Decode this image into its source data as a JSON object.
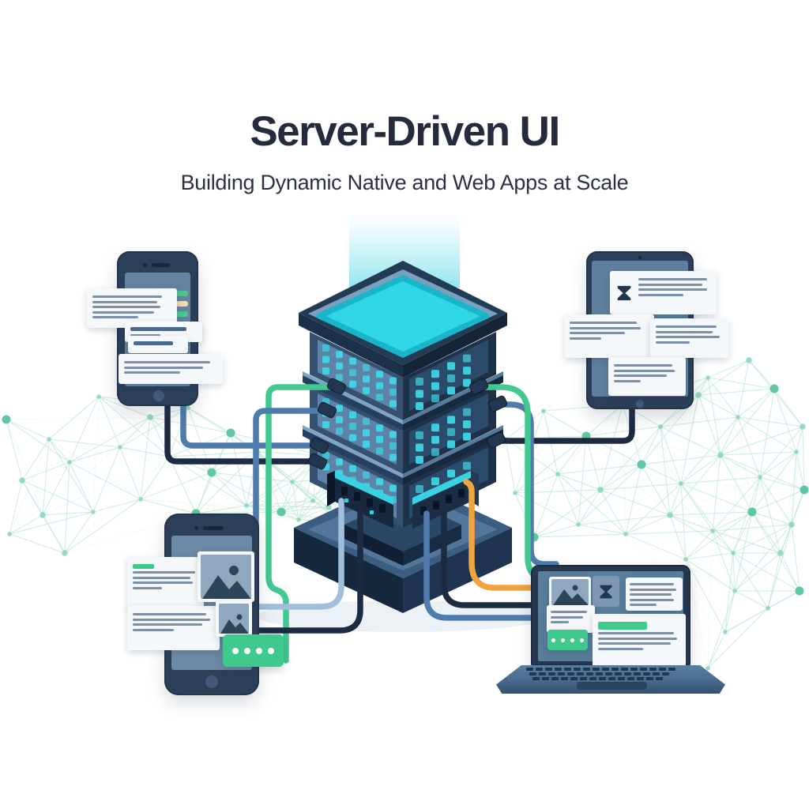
{
  "header": {
    "title": "Server-Driven UI",
    "subtitle": "Building Dynamic Native and Web Apps at Scale"
  },
  "palette": {
    "background": "#ffffff",
    "title_text": "#242b3d",
    "server_body_dark": "#1d3249",
    "server_body_light": "#35516f",
    "server_panel_left": "#5d83a8",
    "server_panel_right": "#2c4a69",
    "led_cyan": "#3ed5e5",
    "server_top_cyan": "#2fd7e6",
    "device_frame": "#2c3f59",
    "screen_slate": "#66829f",
    "card_white": "#f5f8fa",
    "text_line_gray": "#7b90a8",
    "text_line_dark": "#4b688d",
    "accent_green": "#3fc98d",
    "accent_orange_pill": "#f7d9a2",
    "cable_navy": "#1b2b42",
    "cable_blue": "#4f7cac",
    "cable_light_blue": "#a3bedb",
    "cable_green": "#41c98f",
    "cable_orange": "#f0a43e",
    "mesh_green_node": "#57c59c",
    "mesh_green_line": "#b9e4d3"
  },
  "scene": {
    "server": "central-server-tower",
    "devices": [
      "smartphone-top-left",
      "tablet-right",
      "smartphone-bottom-left",
      "laptop-bottom-right"
    ],
    "icons": [
      "hourglass-icon",
      "image-placeholder-icon",
      "ellipsis-dots-button",
      "camera-dot",
      "home-button"
    ],
    "cable_colors": [
      "#1b2b42",
      "#4f7cac",
      "#a3bedb",
      "#41c98f",
      "#f0a43e"
    ]
  }
}
